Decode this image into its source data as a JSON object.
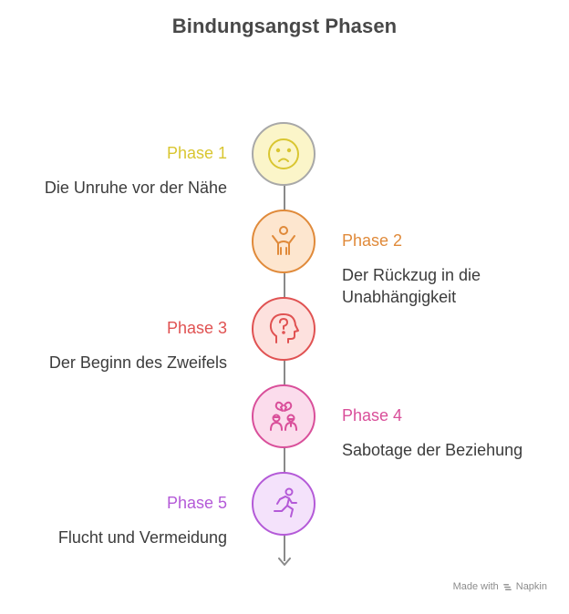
{
  "title": "Bindungsangst Phasen",
  "phases": [
    {
      "label": "Phase 1",
      "description": "Die Unruhe vor der Nähe",
      "icon": "worried-face-icon",
      "color": "#d9c631",
      "fill": "#fbf5c9",
      "border": "#a8a8a8"
    },
    {
      "label": "Phase 2",
      "description": "Der Rückzug in die Unabhängigkeit",
      "icon": "person-arms-raised-icon",
      "color": "#e08a3a",
      "fill": "#fde6cf",
      "border": "#e08a3a"
    },
    {
      "label": "Phase 3",
      "description": "Der Beginn des Zweifels",
      "icon": "head-question-icon",
      "color": "#e05252",
      "fill": "#fde1de",
      "border": "#e05252"
    },
    {
      "label": "Phase 4",
      "description": "Sabotage der Beziehung",
      "icon": "broken-heart-couple-icon",
      "color": "#d94f9a",
      "fill": "#fbdcec",
      "border": "#d94f9a"
    },
    {
      "label": "Phase 5",
      "description": "Flucht und Vermeidung",
      "icon": "running-person-icon",
      "color": "#b45ad8",
      "fill": "#f4e2fb",
      "border": "#b45ad8"
    }
  ],
  "footer": {
    "text": "Made with",
    "brand": "Napkin"
  }
}
